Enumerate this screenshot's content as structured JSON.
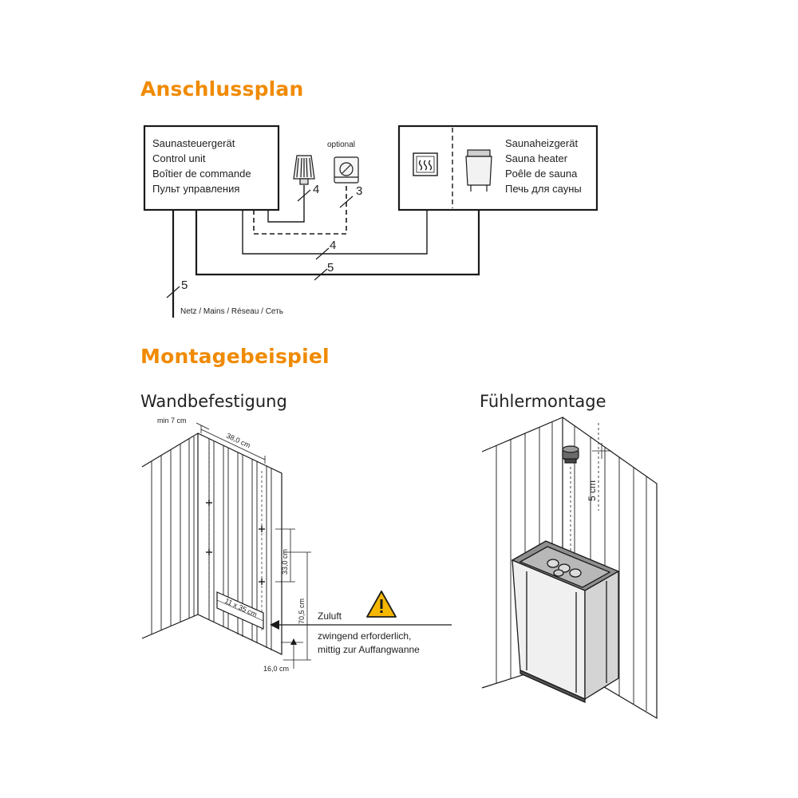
{
  "colors": {
    "heading": "#F08A00",
    "line": "#1a1a1a",
    "warning_fill": "#F5B700"
  },
  "anschlussplan": {
    "title": "Anschlussplan",
    "control_unit": {
      "line1": "Saunasteuergerät",
      "line2": "Control unit",
      "line3": "Boîtier de commande",
      "line4": "Пульт управления"
    },
    "heater": {
      "line1": "Saunaheizgerät",
      "line2": "Sauna heater",
      "line3": "Poêle de sauna",
      "line4": "Печь для сауны"
    },
    "optional_label": "optional",
    "wire_lamp": "4",
    "wire_sensor": "3",
    "wire_heater_sensor": "4",
    "wire_heater_power": "5",
    "wire_mains": "5",
    "mains_label": "Netz / Mains / Réseau / Сеть",
    "icons": [
      "lamp-icon",
      "temperature-sensor-icon",
      "heat-symbol-icon",
      "heater-icon"
    ]
  },
  "montagebeispiel": {
    "title": "Montagebeispiel",
    "wandbefestigung": {
      "title": "Wandbefestigung",
      "dim_min_gap": "min 7 cm",
      "dim_width": "38,0 cm",
      "dim_spacing": "33,0 cm",
      "dim_height": "70,5 cm",
      "dim_opening": "11 x 35 cm",
      "dim_bottom": "16,0 cm",
      "air_label": "Zuluft",
      "air_note_line1": "zwingend erforderlich,",
      "air_note_line2": "mittig zur Auffangwanne",
      "icons": [
        "warning-icon"
      ]
    },
    "fuehlermontage": {
      "title": "Fühlermontage",
      "dim_sensor": "5 cm",
      "icons": [
        "sensor-icon",
        "sauna-heater-icon"
      ]
    }
  }
}
